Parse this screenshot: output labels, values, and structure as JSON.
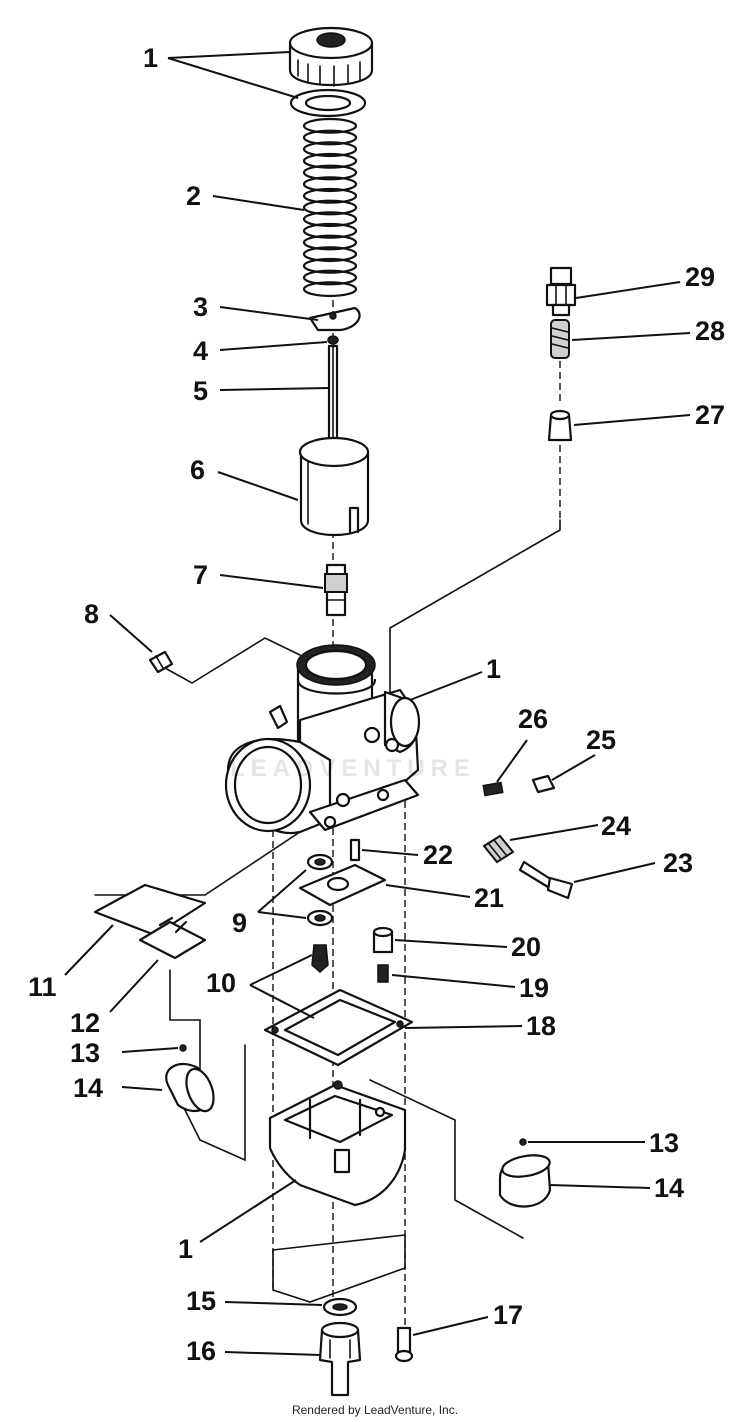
{
  "labels": {
    "l1a": "1",
    "l2": "2",
    "l3": "3",
    "l4": "4",
    "l5": "5",
    "l6": "6",
    "l7": "7",
    "l8": "8",
    "l1b": "1",
    "l26": "26",
    "l25": "25",
    "l24": "24",
    "l23": "23",
    "l22": "22",
    "l21": "21",
    "l9": "9",
    "l20": "20",
    "l19": "19",
    "l10": "10",
    "l11": "11",
    "l12": "12",
    "l18": "18",
    "l13a": "13",
    "l14a": "14",
    "l13b": "13",
    "l14b": "14",
    "l1c": "1",
    "l15": "15",
    "l16": "16",
    "l17": "17",
    "l29": "29",
    "l28": "28",
    "l27": "27"
  },
  "watermark": "LEADVENTURE",
  "credit": "Rendered by LeadVenture, Inc."
}
